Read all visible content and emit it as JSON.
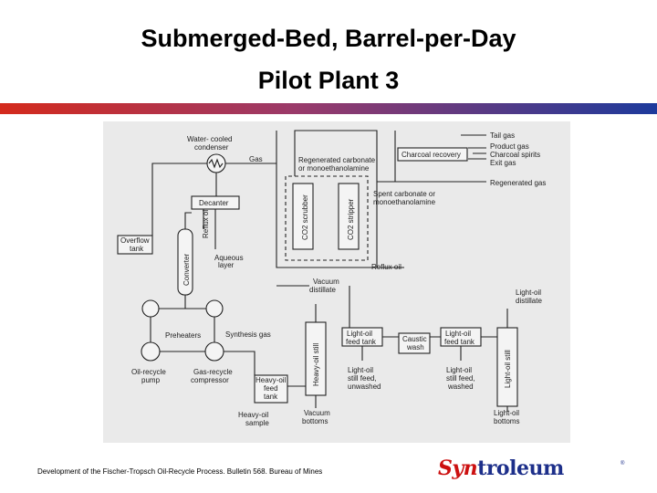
{
  "slide": {
    "title_line1": "Submerged-Bed, Barrel-per-Day",
    "title_line2": "Pilot Plant 3",
    "citation": "Development of the Fischer-Tropsch Oil-Recycle Process.  Bulletin 568.  Bureau of Mines",
    "logo_part1": "Syn",
    "logo_part2": "troleum",
    "logo_mark": "®"
  },
  "colors": {
    "rule_red": "#d42a1c",
    "rule_blue": "#1d3a9c",
    "logo_red": "#cc1010",
    "logo_blue": "#1d2f8a"
  },
  "diagram": {
    "labels": {
      "water_cooled_condenser_1": "Water- cooled",
      "water_cooled_condenser_2": "condenser",
      "gas": "Gas",
      "decanter": "Decanter",
      "reflux_oil_vertical": "Reflux oil",
      "overflow_tank_1": "Overflow",
      "overflow_tank_2": "tank",
      "converter": "Converter",
      "aqueous_layer_1": "Aqueous",
      "aqueous_layer_2": "layer",
      "preheaters": "Preheaters",
      "synthesis_gas": "Synthesis gas",
      "oil_recycle_pump_1": "Oil-recycle",
      "oil_recycle_pump_2": "pump",
      "gas_recycle_compressor_1": "Gas-recycle",
      "gas_recycle_compressor_2": "compressor",
      "heavy_oil_feed_tank_1": "Heavy-oil",
      "heavy_oil_feed_tank_2": "feed",
      "heavy_oil_feed_tank_3": "tank",
      "heavy_oil_sample_1": "Heavy-oil",
      "heavy_oil_sample_2": "sample",
      "regenerated_carbonate_1": "Regenerated carbonate",
      "regenerated_carbonate_2": "or monoethanolamine",
      "spent_carbonate_1": "Spent carbonate or",
      "spent_carbonate_2": "monoethanolamine",
      "co2_scrubber": "CO2 scrubber",
      "co2_stripper": "CO2 stripper",
      "charcoal_recovery": "Charcoal recovery",
      "tail_gas": "Tail gas",
      "product_gas": "Product gas",
      "charcoal_spirits": "Charcoal spirits",
      "exit_gas": "Exit gas",
      "regenerated_gas": "Regenerated gas",
      "reflux_oil": "Reflux oil",
      "vacuum_distillate_1": "Vacuum",
      "vacuum_distillate_2": "distillate",
      "heavy_oil_still": "Heavy-oil still",
      "vacuum_bottoms_1": "Vacuum",
      "vacuum_bottoms_2": "bottoms",
      "light_oil_feed_tank_1": "Light-oil",
      "light_oil_feed_tank_2": "feed tank",
      "caustic_wash_1": "Caustic",
      "caustic_wash_2": "wash",
      "light_oil_feed_tank_b_1": "Light-oil",
      "light_oil_feed_tank_b_2": "feed tank",
      "light_oil_still_feed_unwashed_1": "Light-oil",
      "light_oil_still_feed_unwashed_2": "still feed,",
      "light_oil_still_feed_unwashed_3": "unwashed",
      "light_oil_still_feed_washed_1": "Light-oil",
      "light_oil_still_feed_washed_2": "still feed,",
      "light_oil_still_feed_washed_3": "washed",
      "light_oil_still": "Light-oil still",
      "light_oil_distillate_1": "Light-oil",
      "light_oil_distillate_2": "distillate",
      "light_oil_bottoms_1": "Light-oil",
      "light_oil_bottoms_2": "bottoms"
    }
  }
}
